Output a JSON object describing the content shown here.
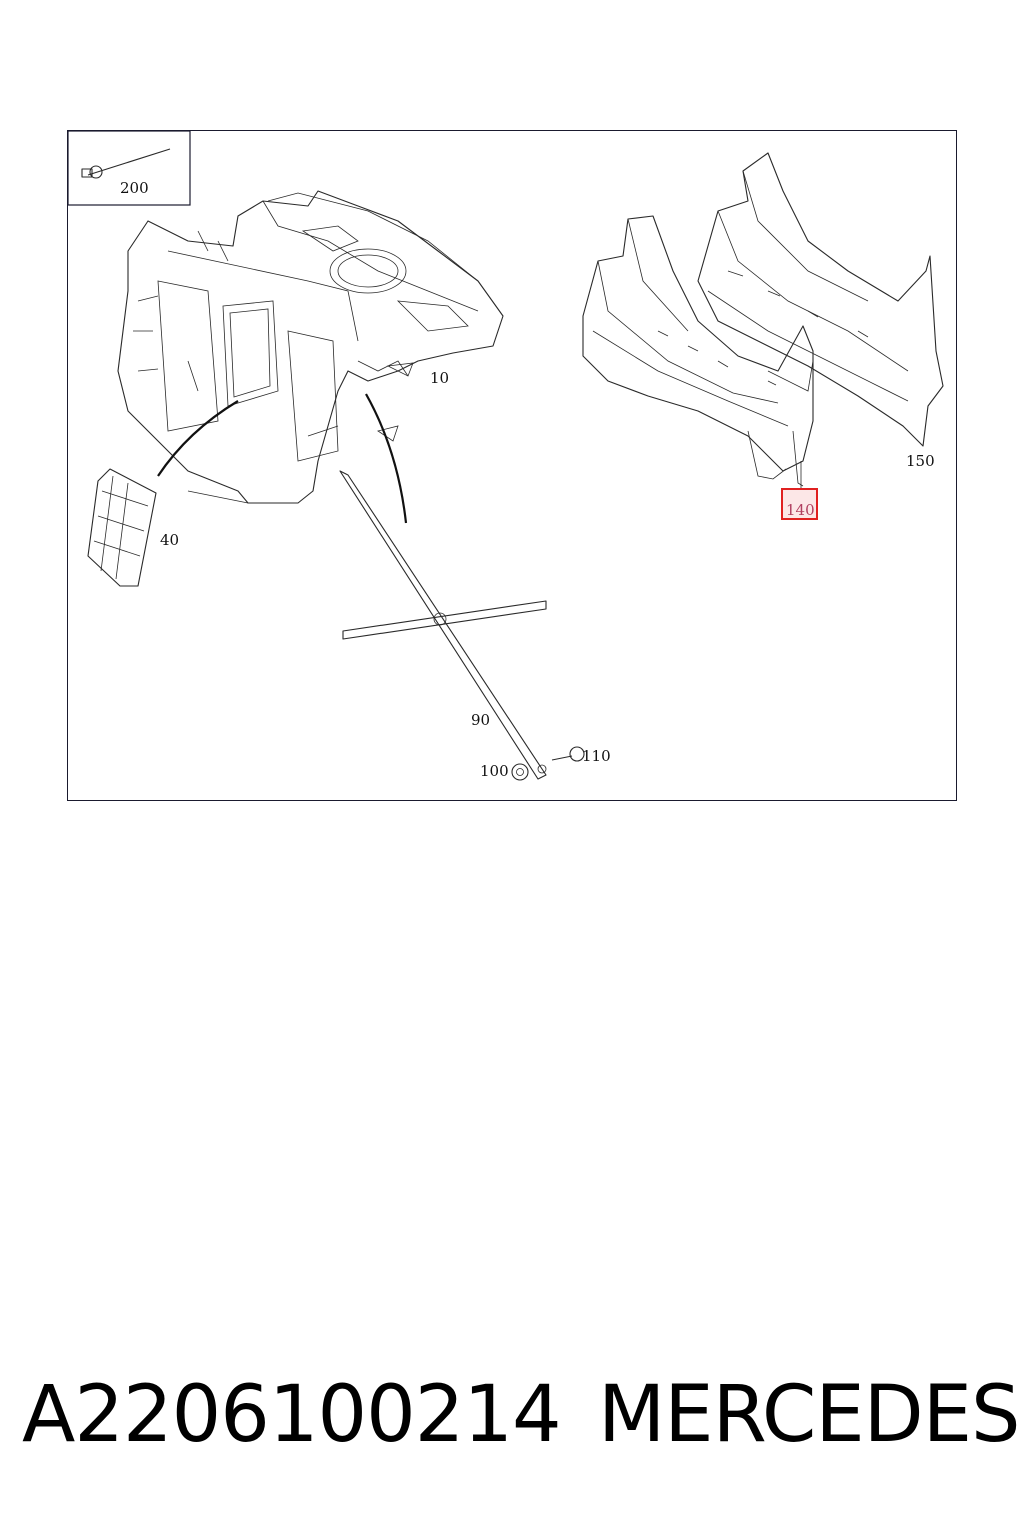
{
  "diagram": {
    "callouts": {
      "c200": "200",
      "c10": "10",
      "c40": "40",
      "c90": "90",
      "c100": "100",
      "c110": "110",
      "c150": "150",
      "c140": "140"
    },
    "highlighted_callout": "140",
    "highlight_color": "#e02020"
  },
  "footer": {
    "part_number": "A2206100214",
    "brand": "MERCEDES"
  }
}
